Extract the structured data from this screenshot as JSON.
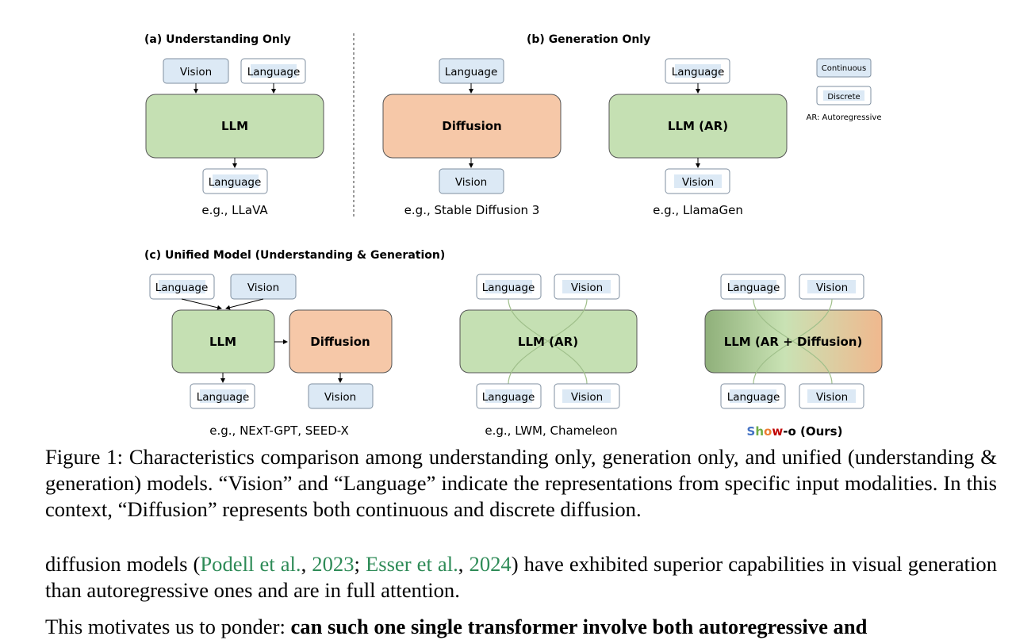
{
  "panel_a": {
    "title": "(a) Understanding Only",
    "vision": "Vision",
    "language_in": "Language",
    "model": "LLM",
    "language_out": "Language",
    "example": "e.g., LLaVA"
  },
  "panel_b": {
    "title": "(b) Generation Only",
    "diff_language": "Language",
    "diffusion": "Diffusion",
    "diff_vision": "Vision",
    "diff_example": "e.g., Stable Diffusion 3",
    "ar_language": "Language",
    "ar_model": "LLM (AR)",
    "ar_vision": "Vision",
    "ar_example": "e.g., LlamaGen"
  },
  "legend": {
    "continuous": "Continuous",
    "discrete": "Discrete",
    "ar_note": "AR: Autoregressive"
  },
  "panel_c": {
    "title": "(c) Unified Model (Understanding & Generation)",
    "m1_language_in": "Language",
    "m1_vision_in": "Vision",
    "m1_llm": "LLM",
    "m1_diffusion": "Diffusion",
    "m1_language_out": "Language",
    "m1_vision_out": "Vision",
    "m1_example": "e.g., NExT-GPT, SEED-X",
    "m2_language_in": "Language",
    "m2_vision_in": "Vision",
    "m2_model": "LLM (AR)",
    "m2_language_out": "Language",
    "m2_vision_out": "Vision",
    "m2_example": "e.g., LWM, Chameleon",
    "m3_language_in": "Language",
    "m3_vision_in": "Vision",
    "m3_model": "LLM (AR + Diffusion)",
    "m3_language_out": "Language",
    "m3_vision_out": "Vision",
    "m3_logo_s": "S",
    "m3_logo_h": "h",
    "m3_logo_o": "o",
    "m3_logo_w": "w",
    "m3_logo_dash": "-",
    "m3_logo_o2": "o",
    "m3_ours": " (Ours)"
  },
  "caption": "Figure 1: Characteristics comparison among understanding only, generation only, and unified (understanding & generation) models. “Vision” and “Language” indicate the representations from specific input modalities. In this context, “Diffusion” represents both continuous and discrete diffusion.",
  "paragraph1": {
    "start": "diffusion models (",
    "cite1_author": "Podell et al.",
    "comma1": ", ",
    "cite1_year": "2023",
    "semi": "; ",
    "cite2_author": "Esser et al.",
    "comma2": ", ",
    "cite2_year": "2024",
    "end": ") have exhibited superior capabilities in visual generation than autoregressive ones and are in full attention."
  },
  "paragraph2": {
    "start": "This motivates us to ponder: ",
    "bold": "can such one single transformer involve both autoregressive and"
  },
  "colors": {
    "continuous_fill": "#dce9f5",
    "llm_green": "#c5e0b3",
    "diffusion_orange": "#f6c8a8",
    "citation_green": "#2e8b57",
    "logo_blue": "#4472c4",
    "logo_green": "#70ad47",
    "logo_orange": "#ed7d31",
    "logo_red": "#c00000"
  }
}
